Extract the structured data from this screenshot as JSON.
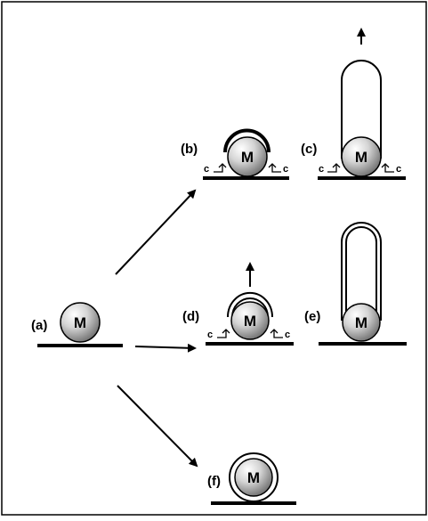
{
  "panels": {
    "a": {
      "label": "(a)",
      "metal": "M"
    },
    "b": {
      "label": "(b)",
      "metal": "M",
      "c_left": "c",
      "c_right": "c"
    },
    "c": {
      "label": "(c)",
      "metal": "M",
      "c_left": "c",
      "c_right": "c"
    },
    "d": {
      "label": "(d)",
      "metal": "M",
      "c_left": "c",
      "c_right": "c"
    },
    "e": {
      "label": "(e)",
      "metal": "M"
    },
    "f": {
      "label": "(f)",
      "metal": "M"
    }
  },
  "colors": {
    "line": "#000000",
    "sphere_light": "#ffffff",
    "sphere_dark": "#7a7a7a",
    "background": "#ffffff"
  },
  "icons": [
    "arrow-icon",
    "sphere-icon",
    "nanotube-icon",
    "carbon-cap-icon"
  ]
}
